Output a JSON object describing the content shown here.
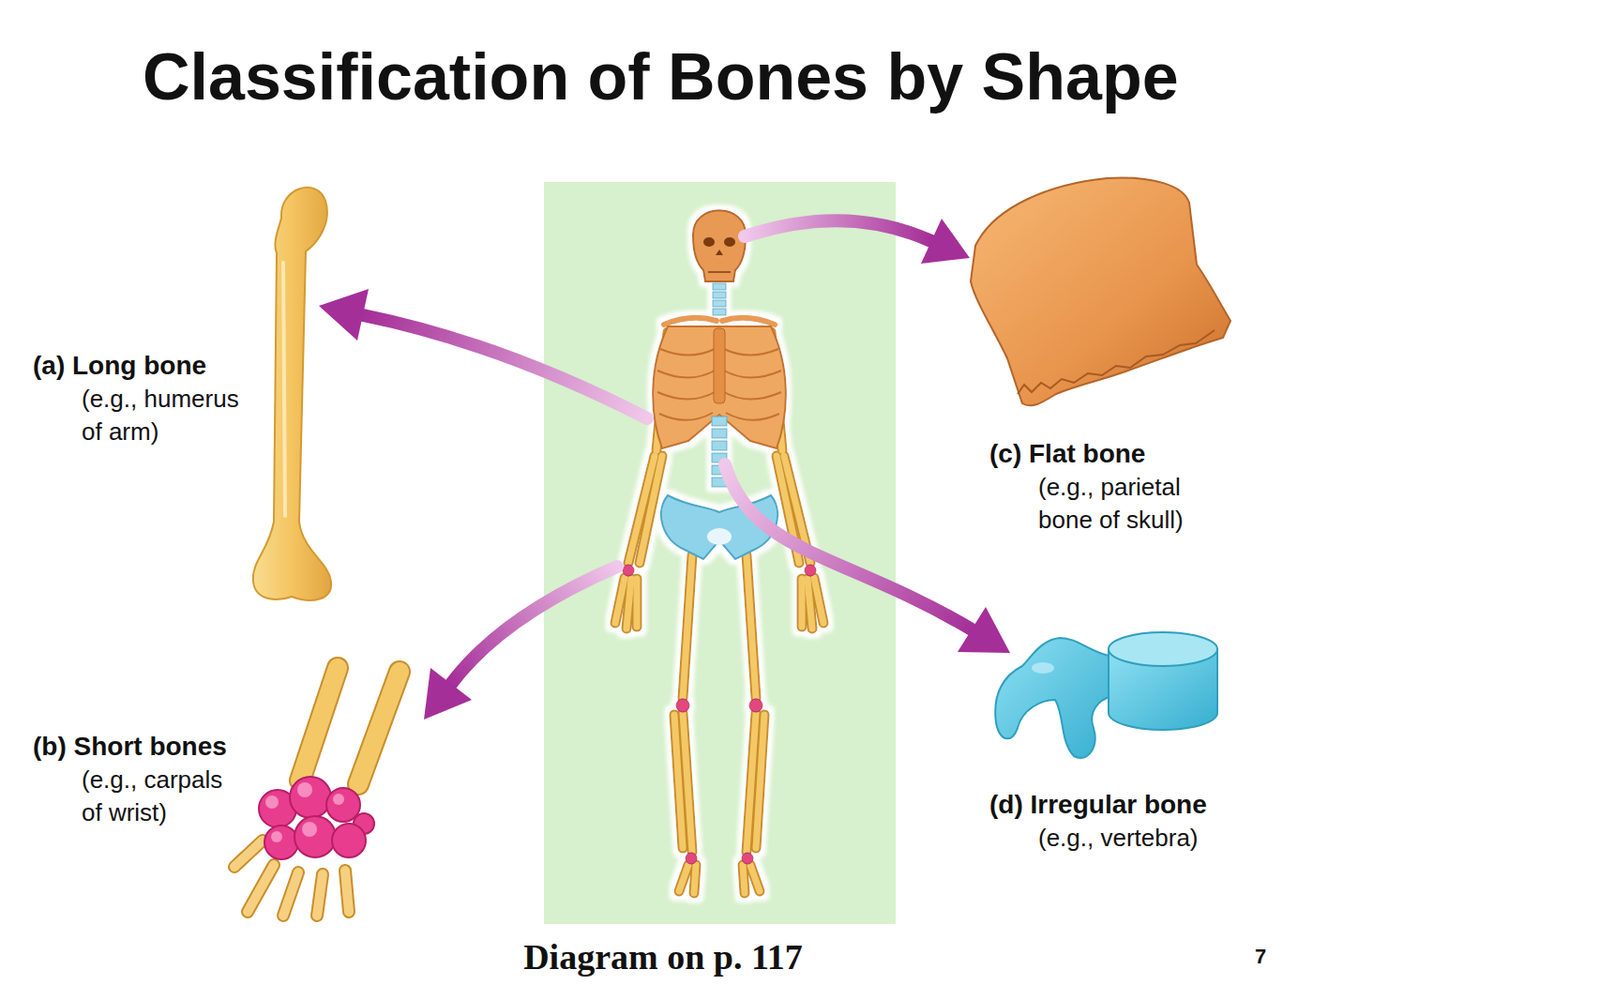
{
  "diagram": {
    "title": "Classification of Bones by Shape",
    "caption": "Diagram on p. 117",
    "labels": [
      "(a) Long bone",
      "(e.g., humerus of arm)",
      "(c) Flat bone",
      "(e.g., parietal bone of skull)",
      "(b) Short bones",
      "(e.g., carpals of wrist)",
      "(d) Irregular bone",
      "(e.g., vertebra)",
      "7"
    ]
  }
}
